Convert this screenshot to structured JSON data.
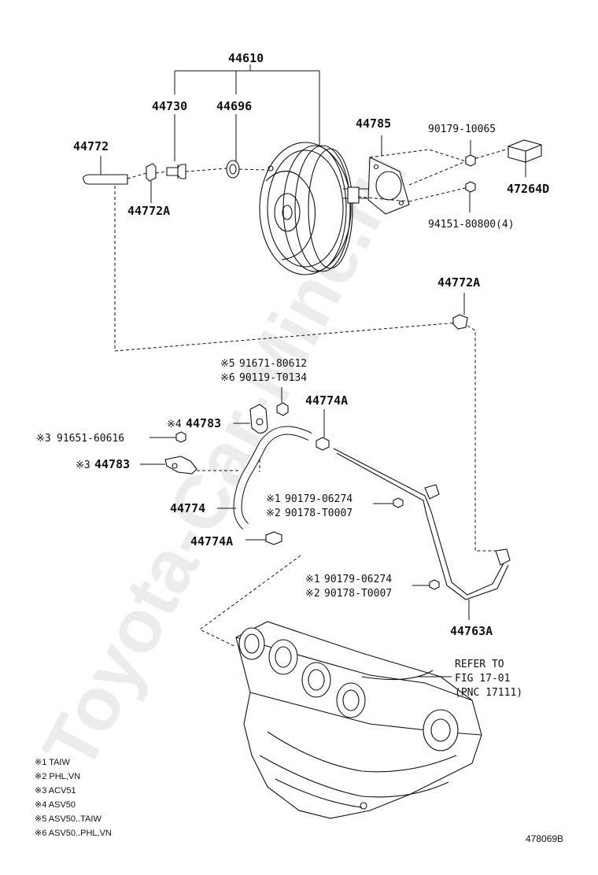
{
  "watermark": "Toyota-Car-Mine.ru",
  "labels": {
    "p44610": "44610",
    "p44730": "44730",
    "p44696": "44696",
    "p44772": "44772",
    "p44772A_top": "44772A",
    "p44785": "44785",
    "p90179_10065": "90179-10065",
    "p47264D": "47264D",
    "p94151": "94151-80800(4)",
    "p44772A_right": "44772A",
    "p91671": "91671-80612",
    "p90119": "90119-T0134",
    "p44774A_top": "44774A",
    "p44783_4": "44783",
    "p91651": "91651-60616",
    "p44783_3": "44783",
    "p44774": "44774",
    "p90179_06274_a": "90179-06274",
    "p90178_T0007_a": "90178-T0007",
    "p44774A_bottom": "44774A",
    "p90179_06274_b": "90179-06274",
    "p90178_T0007_b": "90178-T0007",
    "p44763A": "44763A"
  },
  "marks": {
    "m5": "※5",
    "m6": "※6",
    "m4": "※4",
    "m3a": "※3",
    "m3b": "※3",
    "m1a": "※1",
    "m2a": "※2",
    "m1b": "※1",
    "m2b": "※2"
  },
  "reference": {
    "line1": "REFER TO",
    "line2": "FIG 17-01",
    "line3": "(PNC 17111)"
  },
  "legend": [
    "※1 TAIW",
    "※2 PHL,VN",
    "※3 ACV51",
    "※4 ASV50",
    "※5 ASV50..TAIW",
    "※6 ASV50..PHL,VN"
  ],
  "figure_code": "478069B"
}
